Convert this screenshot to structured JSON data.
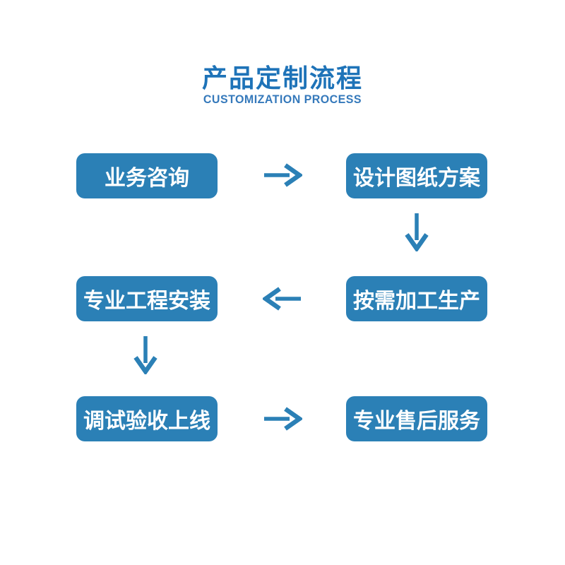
{
  "header": {
    "title": "产品定制流程",
    "subtitle": "CUSTOMIZATION PROCESS"
  },
  "steps": [
    {
      "label": "业务咨询"
    },
    {
      "label": "设计图纸方案"
    },
    {
      "label": "按需加工生产"
    },
    {
      "label": "专业工程安装"
    },
    {
      "label": "调试验收上线"
    },
    {
      "label": "专业售后服务"
    }
  ],
  "arrows": [
    {
      "name": "arrow-step1-to-step2",
      "direction": "right"
    },
    {
      "name": "arrow-step2-to-step3",
      "direction": "down"
    },
    {
      "name": "arrow-step3-to-step4",
      "direction": "left"
    },
    {
      "name": "arrow-step4-to-step5",
      "direction": "down"
    },
    {
      "name": "arrow-step5-to-step6",
      "direction": "right"
    }
  ],
  "colors": {
    "background": "#ffffff",
    "title_blue": "#1e73b8",
    "subtitle_blue": "#3579bb",
    "box_blue": "#2b80b6",
    "box_text": "#ffffff",
    "arrow_blue": "#2b80b6"
  }
}
